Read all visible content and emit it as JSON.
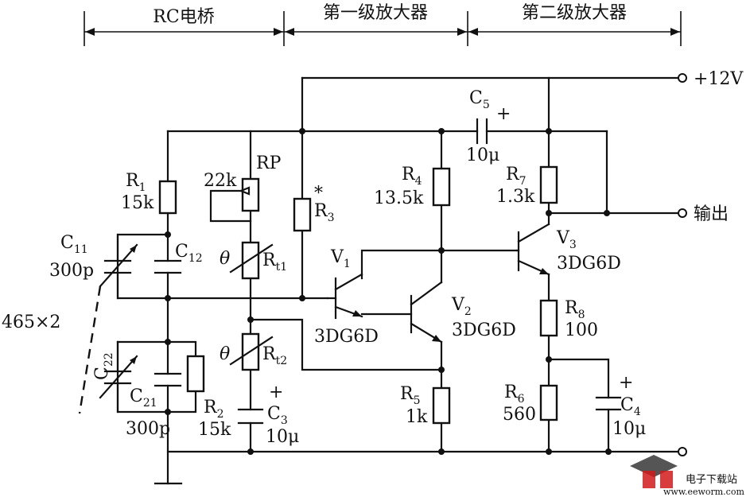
{
  "sections": {
    "rc_bridge": "RC电桥",
    "stage1": "第一级放大器",
    "stage2": "第二级放大器"
  },
  "terminals": {
    "supply": "+12V",
    "output": "输出"
  },
  "components": {
    "R1": {
      "sym": "R",
      "sub": "1",
      "value": "15k"
    },
    "R2": {
      "sym": "R",
      "sub": "2",
      "value": "15k"
    },
    "RP": {
      "sym": "RP",
      "value": "22k"
    },
    "Rt1": {
      "sym": "R",
      "sub": "t1",
      "theta": "θ"
    },
    "Rt2": {
      "sym": "R",
      "sub": "t2",
      "theta": "θ"
    },
    "R3": {
      "sym": "R",
      "sub": "3",
      "mark": "*"
    },
    "R4": {
      "sym": "R",
      "sub": "4",
      "value": "13.5k"
    },
    "R5": {
      "sym": "R",
      "sub": "5",
      "value": "1k"
    },
    "R6": {
      "sym": "R",
      "sub": "6",
      "value": "560"
    },
    "R7": {
      "sym": "R",
      "sub": "7",
      "value": "1.3k"
    },
    "R8": {
      "sym": "R",
      "sub": "8",
      "value": "100"
    },
    "C11": {
      "sym": "C",
      "sub": "11",
      "value": "300p"
    },
    "C12": {
      "sym": "C",
      "sub": "12"
    },
    "C21": {
      "sym": "C",
      "sub": "21",
      "value": "300p"
    },
    "C22": {
      "sym": "C",
      "sub": "22"
    },
    "C3": {
      "sym": "C",
      "sub": "3",
      "value": "10μ",
      "plus": "+"
    },
    "C4": {
      "sym": "C",
      "sub": "4",
      "value": "10μ",
      "plus": "+"
    },
    "C5": {
      "sym": "C",
      "sub": "5",
      "value": "10μ",
      "plus": "+"
    },
    "V1": {
      "sym": "V",
      "sub": "1",
      "type": "3DG6D"
    },
    "V2": {
      "sym": "V",
      "sub": "2",
      "type": "3DG6D"
    },
    "V3": {
      "sym": "V",
      "sub": "3",
      "type": "3DG6D"
    }
  },
  "gang_capacitor": "465×2",
  "watermark": {
    "brand": "电子下载站",
    "url": "www.eeworm.com"
  }
}
